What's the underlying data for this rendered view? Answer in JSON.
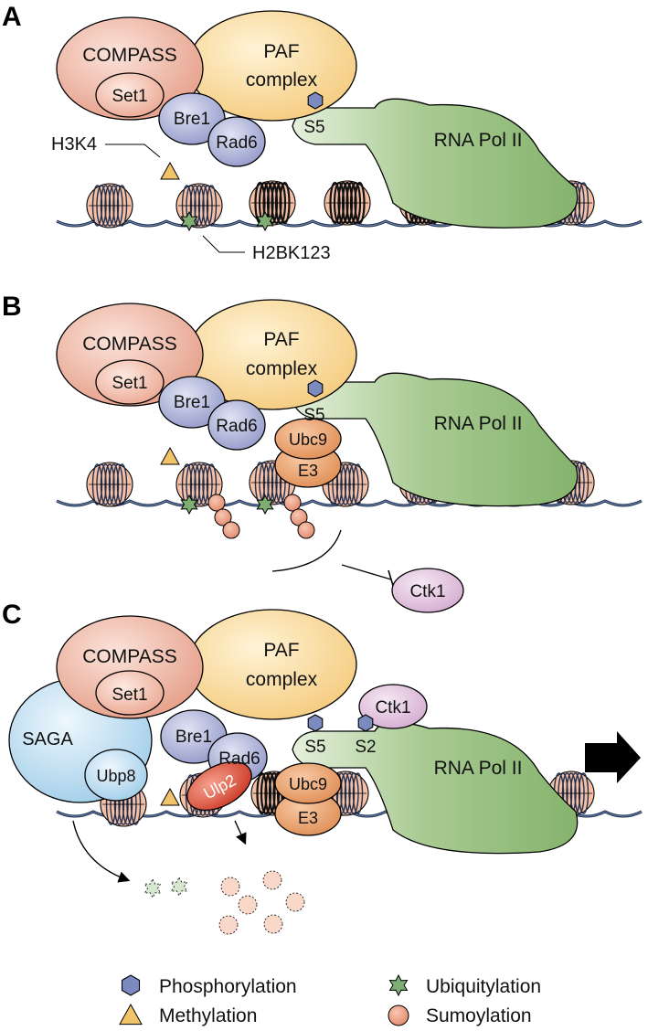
{
  "panels": {
    "a": {
      "letter": "A",
      "compass": "COMPASS",
      "set1": "Set1",
      "paf_line1": "PAF",
      "paf_line2": "complex",
      "bre1": "Bre1",
      "rad6": "Rad6",
      "s5": "S5",
      "polii": "RNA Pol II",
      "h3k4": "H3K4",
      "h2bk123": "H2BK123"
    },
    "b": {
      "letter": "B",
      "compass": "COMPASS",
      "set1": "Set1",
      "paf_line1": "PAF",
      "paf_line2": "complex",
      "bre1": "Bre1",
      "rad6": "Rad6",
      "s5": "S5",
      "polii": "RNA Pol II",
      "ubc9": "Ubc9",
      "e3": "E3",
      "ctk1": "Ctk1"
    },
    "c": {
      "letter": "C",
      "compass": "COMPASS",
      "set1": "Set1",
      "paf_line1": "PAF",
      "paf_line2": "complex",
      "saga": "SAGA",
      "ubp8": "Ubp8",
      "bre1": "Bre1",
      "rad6": "Rad6",
      "ulp2": "Ulp2",
      "s5": "S5",
      "s2": "S2",
      "ctk1": "Ctk1",
      "polii": "RNA Pol II",
      "ubc9": "Ubc9",
      "e3": "E3"
    }
  },
  "legend": {
    "phosphorylation": "Phosphorylation",
    "methylation": "Methylation",
    "ubiquitylation": "Ubiquitylation",
    "sumoylation": "Sumoylation"
  },
  "colors": {
    "compass": "#e9a28c",
    "paf": "#f9d68e",
    "bre1_rad6": "#9ca3cf",
    "polii": "#8fba78",
    "ubc9": "#e59a64",
    "ctk1": "#dcb6d8",
    "saga": "#aad1ea",
    "ulp2": "#d6402e",
    "phospho": "#7b8bc0",
    "methyl": "#f2c46a",
    "ubiquitin": "#7fae75",
    "sumo": "#e6977b"
  }
}
